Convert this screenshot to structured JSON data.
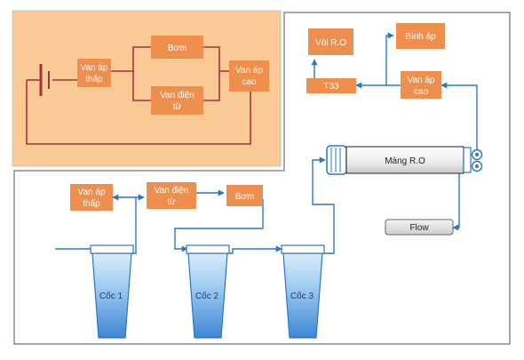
{
  "electrical": {
    "low_valve": [
      "Van áp",
      "thấp"
    ],
    "pump": "Bơm",
    "solenoid": [
      "Van điện",
      "từ"
    ],
    "high_valve": [
      "Van áp",
      "cao"
    ]
  },
  "system": {
    "ro_tap": "Vòi R.O",
    "tank": "Bình áp",
    "t33": "T33",
    "high_valve": [
      "Van áp",
      "cao"
    ],
    "membrane": "Màng R.O",
    "flow": "Flow",
    "low_valve": [
      "Van áp",
      "thấp"
    ],
    "solenoid": [
      "Van điện",
      "từ"
    ],
    "pump": "Bơm",
    "cup1": "Cốc 1",
    "cup2": "Cốc 2",
    "cup3": "Cốc 3"
  },
  "colors": {
    "box_fill": "#ee8f4e",
    "box_text": "#ffffff",
    "wire": "#a8323a",
    "pipe": "#2d74c8",
    "panel_fill": "#f9c996",
    "frame": "#8a8a8a"
  }
}
